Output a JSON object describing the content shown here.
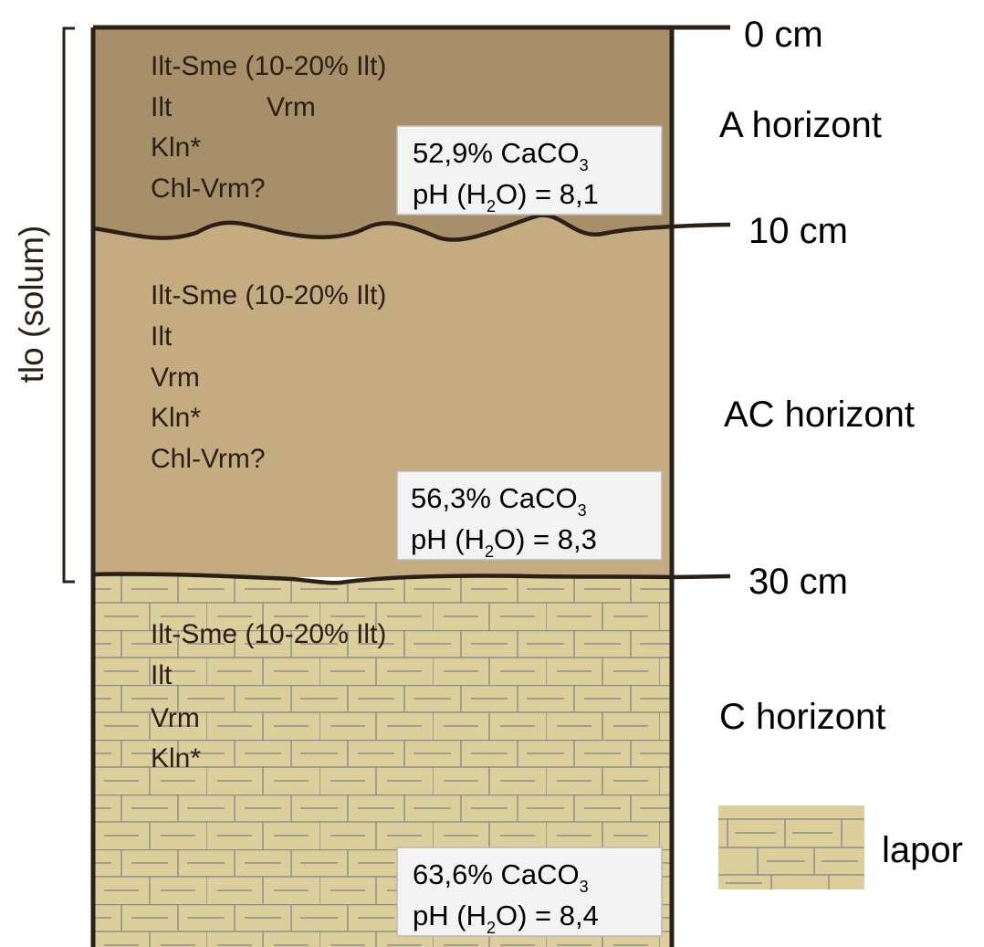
{
  "bracket_label": "tlo (solum)",
  "depth_labels": [
    "0 cm",
    "10 cm",
    "30 cm"
  ],
  "horizons": [
    {
      "name": "A horizont",
      "color": "#a68f69",
      "minerals": [
        "Ilt-Sme (10-20% Ilt)",
        "Ilt",
        "Vrm",
        "Kln*",
        "Chl-Vrm?"
      ],
      "caco3": "52,9% CaCO",
      "ph": "pH (H",
      "ph_value": "O) = 8,1"
    },
    {
      "name": "AC horizont",
      "color": "#c4ab80",
      "minerals": [
        "Ilt-Sme (10-20% Ilt)",
        "Ilt",
        "Vrm",
        "Kln*",
        "Chl-Vrm?"
      ],
      "caco3": "56,3% CaCO",
      "ph": "pH (H",
      "ph_value": "O) = 8,3"
    },
    {
      "name": "C horizont",
      "color": "#dccf9b",
      "minerals": [
        "Ilt-Sme (10-20% Ilt)",
        "Ilt",
        "Vrm",
        "Kln*"
      ],
      "caco3": "63,6% CaCO",
      "ph": "pH (H",
      "ph_value": "O) = 8,4"
    }
  ],
  "subscripts": {
    "carbonate": "3",
    "water": "2"
  },
  "legend": {
    "label": "lapor",
    "color": "#dccf9b",
    "line_color": "#8e8e8e"
  }
}
